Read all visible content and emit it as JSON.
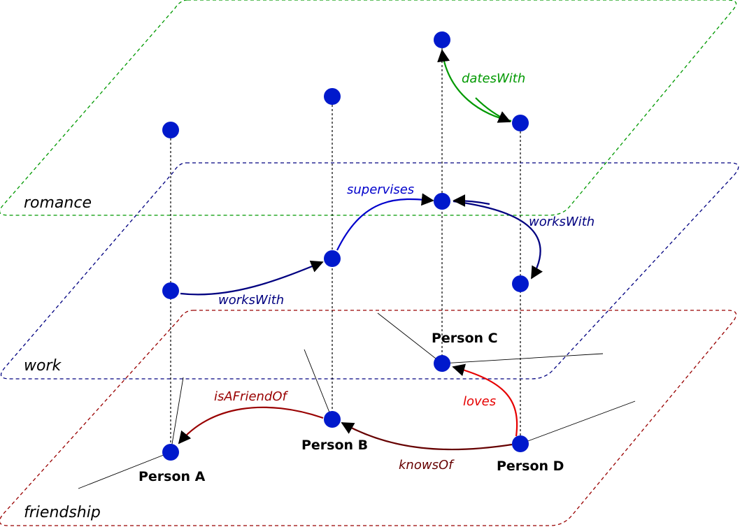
{
  "layers": {
    "romance": {
      "label": "romance",
      "color": "#009900"
    },
    "work": {
      "label": "work",
      "color": "#000080"
    },
    "friendship": {
      "label": "friendship",
      "color": "#990000"
    }
  },
  "persons": {
    "a": "Person A",
    "b": "Person B",
    "c": "Person C",
    "d": "Person D"
  },
  "relations": {
    "dates_with": {
      "label": "datesWith",
      "color": "#009900"
    },
    "supervises": {
      "label": "supervises",
      "color": "#0000cc"
    },
    "works_with_c_d": {
      "label": "worksWith",
      "color": "#000080"
    },
    "works_with_a_b": {
      "label": "worksWith",
      "color": "#000080"
    },
    "is_a_friend_of": {
      "label": "isAFriendOf",
      "color": "#990000"
    },
    "loves": {
      "label": "loves",
      "color": "#e60000"
    },
    "knows_of": {
      "label": "knowsOf",
      "color": "#660000"
    }
  },
  "node_color": "#0019cc"
}
